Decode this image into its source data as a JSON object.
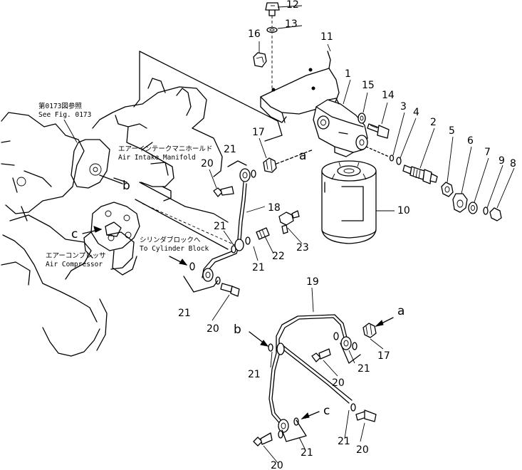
{
  "callouts": {
    "n12": "12",
    "n13": "13",
    "n16": "16",
    "n11": "11",
    "n1": "1",
    "n15": "15",
    "n14": "14",
    "n3": "3",
    "n4": "4",
    "n2": "2",
    "n5": "5",
    "n6": "6",
    "n7": "7",
    "n9": "9",
    "n8": "8",
    "n17a": "17",
    "n10": "10",
    "n20a": "20",
    "n21a": "21",
    "n18": "18",
    "n21b": "21",
    "n22": "22",
    "n23": "23",
    "n21c": "21",
    "n21d": "21",
    "n20b": "20",
    "n19": "19",
    "n17b": "17",
    "n21e": "21",
    "n20c": "20",
    "n21f": "21",
    "n21g": "21",
    "n20d": "20",
    "n20e": "20"
  },
  "letters": {
    "a_main": "a",
    "b_main": "b",
    "c_main": "c",
    "a_pipe": "a",
    "b_pipe": "b",
    "c_pipe": "c"
  },
  "notes": {
    "ref_jp": "第0173図参照",
    "ref_en": "See Fig. 0173",
    "manifold_jp": "エアーインテークマニホールド",
    "manifold_en": "Air Intake Manifold",
    "block_jp": "シリンダブロックへ",
    "block_en": "To Cylinder Block",
    "compressor_jp": "エアーコンプレッサ",
    "compressor_en": "Air Compressor"
  }
}
